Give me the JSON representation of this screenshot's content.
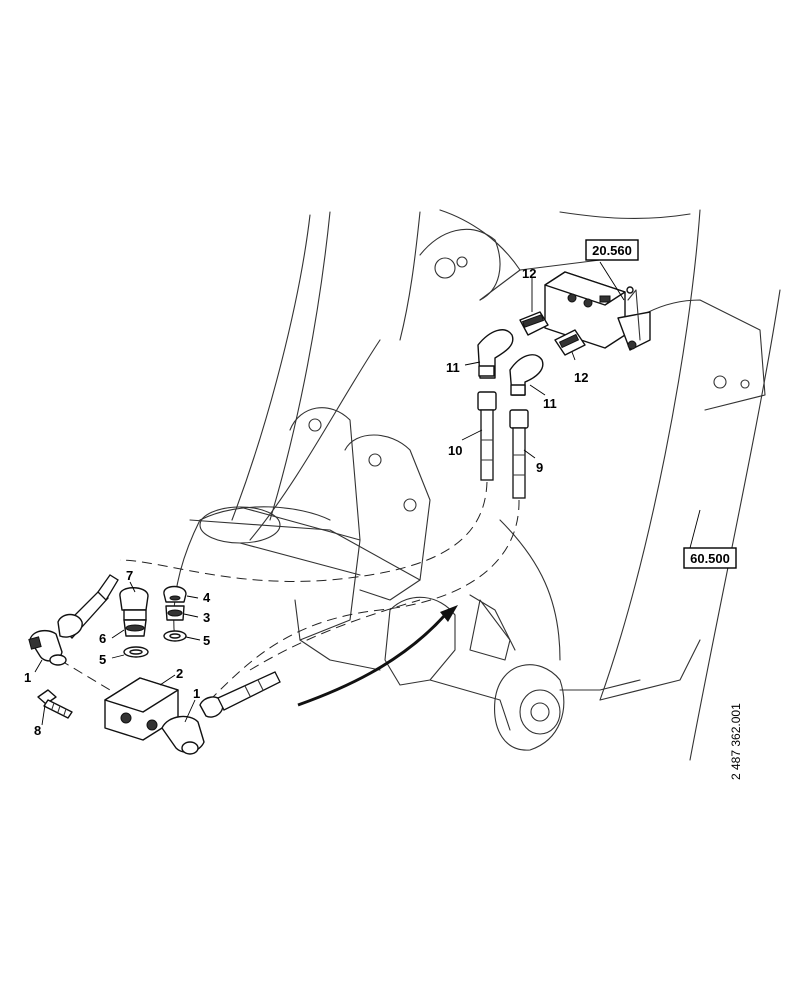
{
  "callouts": {
    "c1a": "1",
    "c1b": "1",
    "c2": "2",
    "c3": "3",
    "c4": "4",
    "c5a": "5",
    "c5b": "5",
    "c6": "6",
    "c7": "7",
    "c8": "8",
    "c9": "9",
    "c10": "10",
    "c11a": "11",
    "c11b": "11",
    "c12a": "12",
    "c12b": "12"
  },
  "references": {
    "ref_top": "20.560",
    "ref_right": "60.500"
  },
  "drawing_number": "2 487 362.001"
}
